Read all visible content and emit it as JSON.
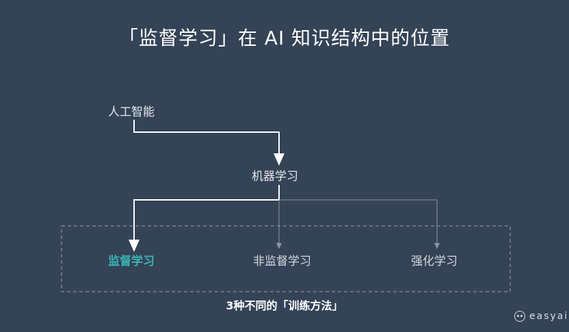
{
  "title": "「监督学习」在 AI 知识结构中的位置",
  "nodes": {
    "ai": "人工智能",
    "ml": "机器学习",
    "supervised": "监督学习",
    "unsupervised": "非监督学习",
    "reinforcement": "强化学习"
  },
  "group_caption": "3种不同的「训练方法」",
  "logo": "easyai",
  "colors": {
    "background": "#344356",
    "highlight": "#3bb4b4",
    "main_path": "#ffffff",
    "faded_path": "#8a94a3"
  }
}
